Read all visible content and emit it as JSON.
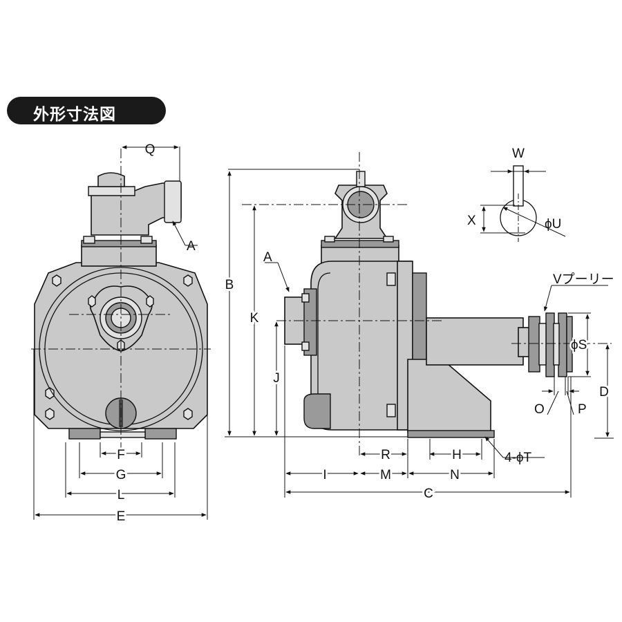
{
  "title": "外形寸法図",
  "front_view": {
    "labels": {
      "q": "Q",
      "a": "A",
      "f": "F",
      "g": "G",
      "l": "L",
      "e": "E"
    }
  },
  "side_view": {
    "labels": {
      "a": "A",
      "b": "B",
      "k": "K",
      "j": "J",
      "r": "R",
      "h": "H",
      "t": "4-ϕT",
      "i": "I",
      "m": "M",
      "n": "N",
      "c": "C",
      "pulley": "Vプーリー",
      "s": "ϕS",
      "d": "D",
      "o": "O",
      "p": "P"
    }
  },
  "keyway_detail": {
    "labels": {
      "w": "W",
      "x": "X",
      "u": "ϕU"
    }
  }
}
